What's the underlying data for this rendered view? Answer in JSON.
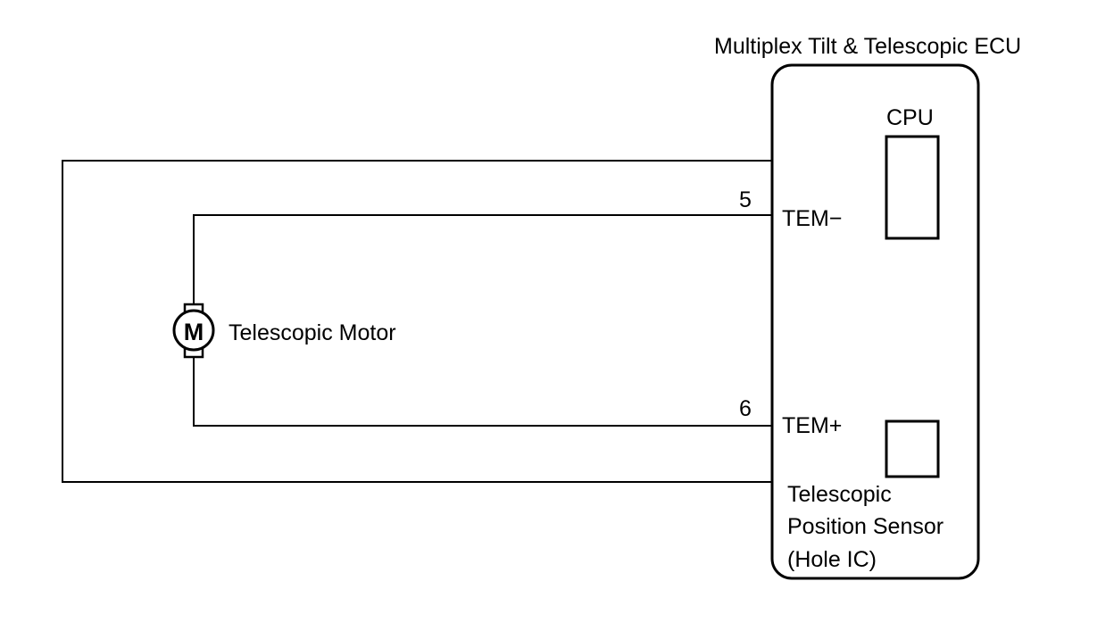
{
  "ecu": {
    "title": "Multiplex Tilt & Telescopic ECU",
    "cpu_label": "CPU",
    "pins": [
      {
        "number": "5",
        "name": "TEM−"
      },
      {
        "number": "6",
        "name": "TEM+"
      }
    ],
    "sensor_label": [
      "Telescopic",
      "Position Sensor",
      "(Hole IC)"
    ]
  },
  "motor": {
    "symbol": "M",
    "label": "Telescopic Motor"
  }
}
